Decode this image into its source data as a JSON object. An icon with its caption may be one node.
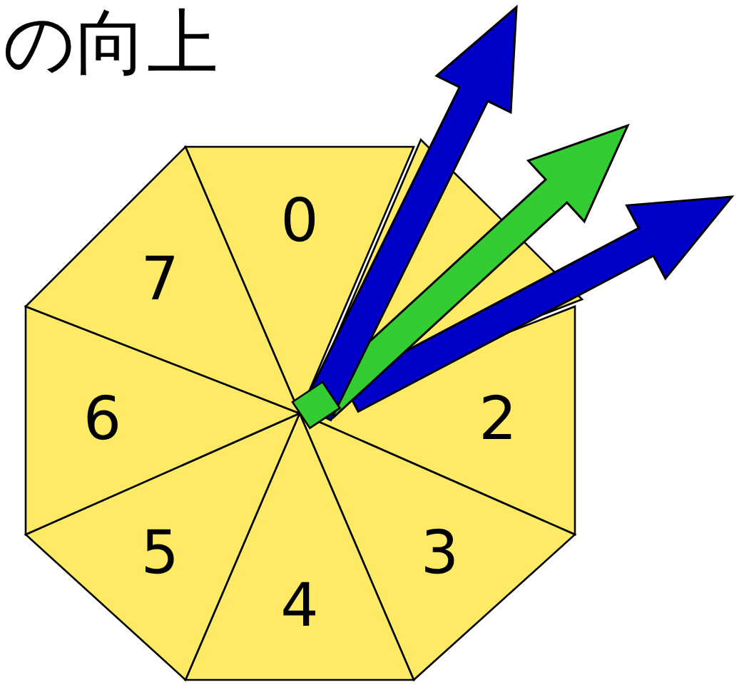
{
  "diagram": {
    "nodes": [
      {
        "text": [
          "0"
        ]
      },
      {
        "text": [],
        "shape": "triangle"
      },
      {
        "text": [
          "2"
        ]
      },
      {
        "text": [
          "3"
        ]
      },
      {
        "text": [
          "4"
        ]
      },
      {
        "text": [
          "5"
        ]
      },
      {
        "text": [
          "6"
        ]
      },
      {
        "text": [
          "7"
        ]
      },
      {
        "text": [],
        "shape": "box"
      }
    ],
    "edges": [
      {
        "from": 8,
        "to": null,
        "arrow": "to"
      },
      {
        "from": 8,
        "to": null,
        "arrow": "to",
        "color": "#33cc33"
      },
      {
        "from": 8,
        "to": null,
        "arrow": "to"
      }
    ],
    "labels": [
      "の向上"
    ]
  }
}
